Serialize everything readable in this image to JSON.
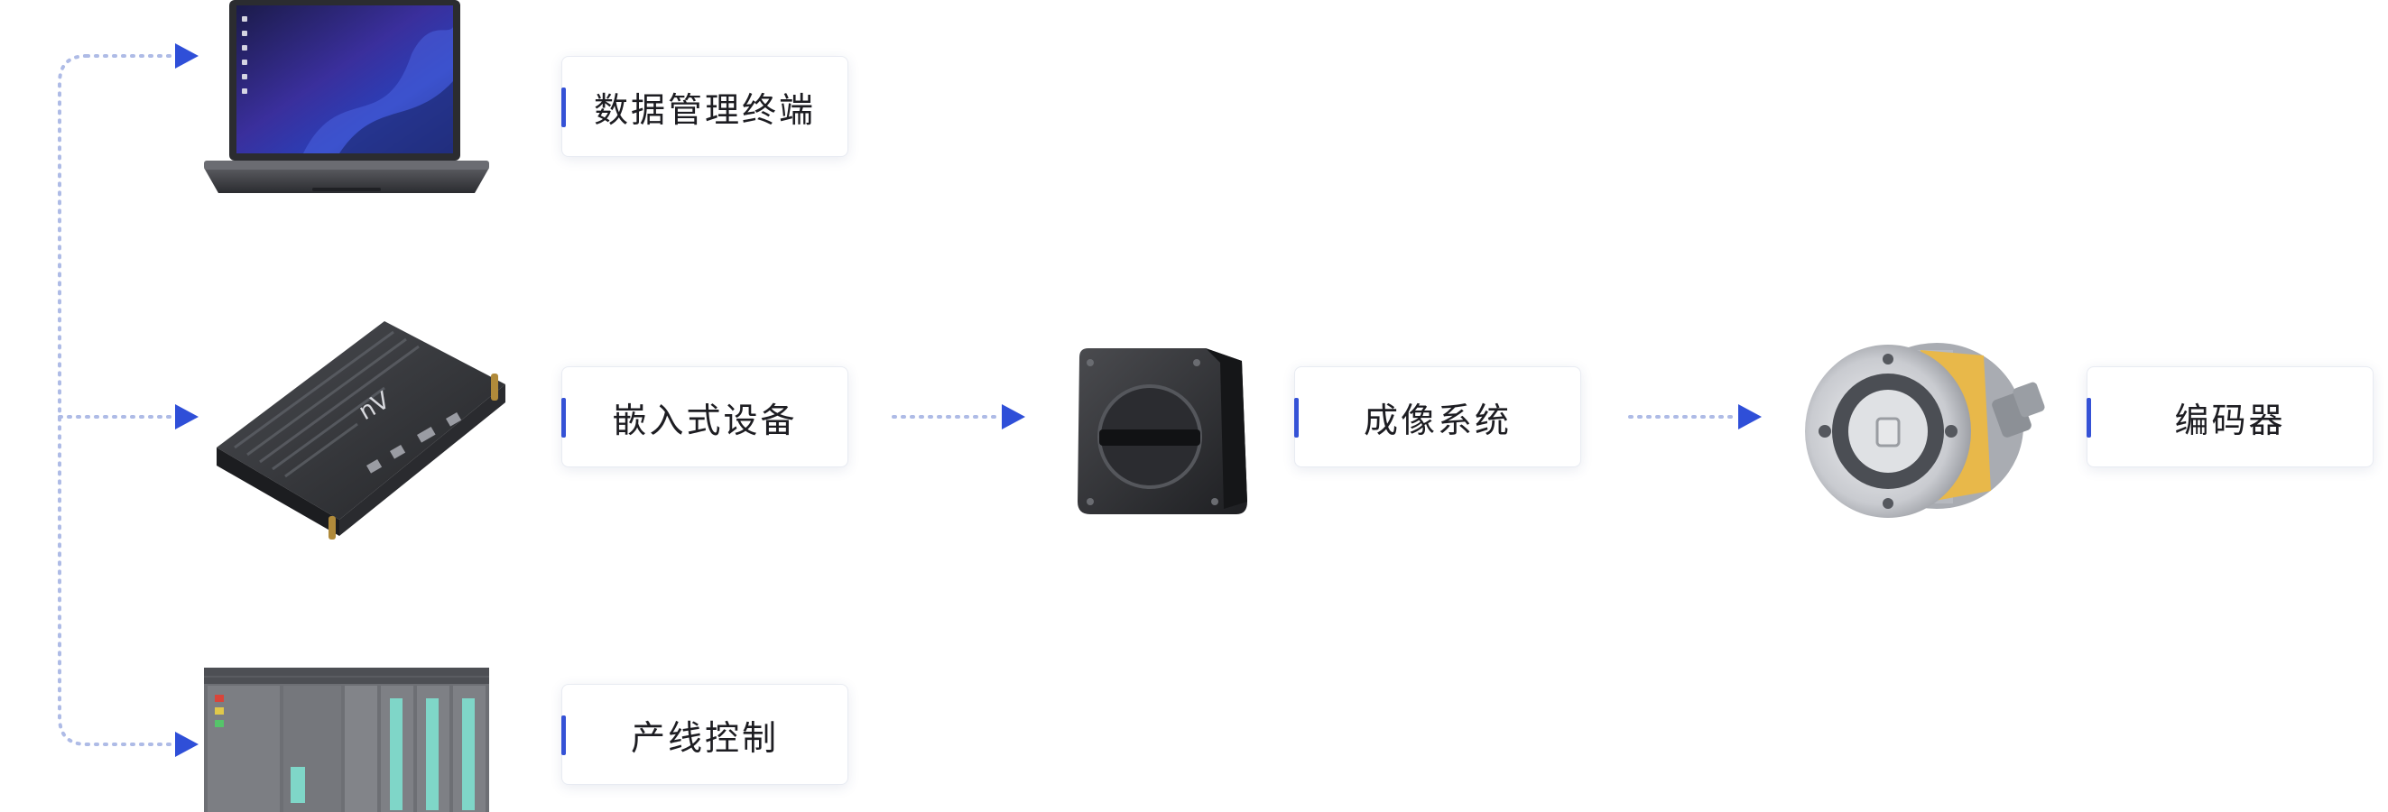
{
  "nodes": {
    "terminal": {
      "label": "数据管理终端",
      "icon": "laptop-icon"
    },
    "embedded": {
      "label": "嵌入式设备",
      "icon": "embedded-box-icon"
    },
    "production": {
      "label": "产线控制",
      "icon": "plc-rack-icon"
    },
    "imaging": {
      "label": "成像系统",
      "icon": "line-scan-camera-icon"
    },
    "encoder": {
      "label": "编码器",
      "icon": "rotary-encoder-icon"
    }
  },
  "colors": {
    "accent": "#3552d6",
    "connector": "#aebbe6",
    "arrow": "#2f4fd8",
    "box_border": "#e8ebf2"
  }
}
